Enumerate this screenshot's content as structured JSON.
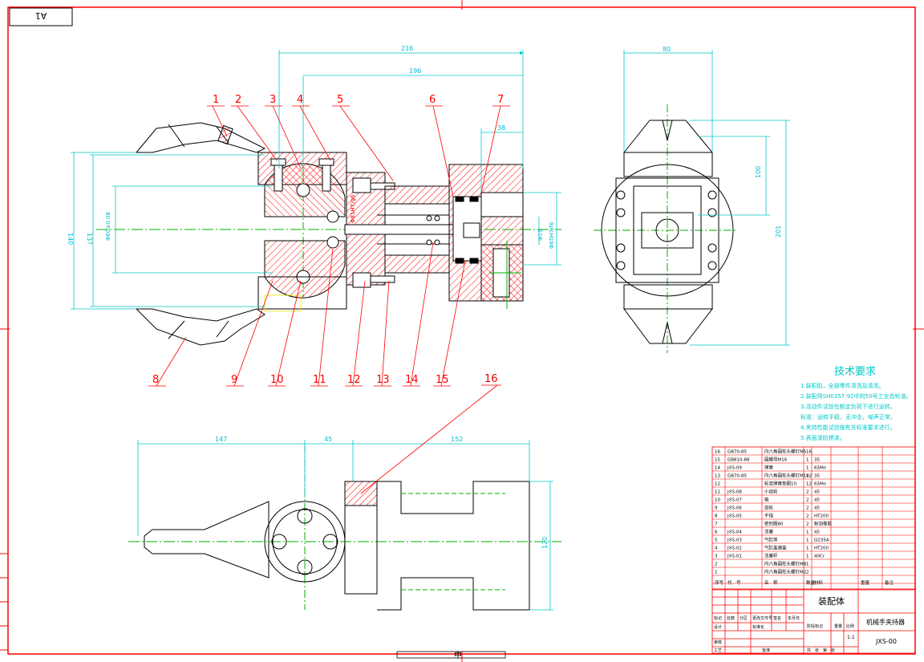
{
  "sheet": {
    "size_label": "A1",
    "center_mark": "中"
  },
  "colors": {
    "border": "#ff0000",
    "outline": "#000000",
    "dimension": "#00c8c8",
    "centerline": "#00b000",
    "hatch": "#ff0000",
    "leader": "#ff0000"
  },
  "main_view": {
    "dims": {
      "overall_length": "216",
      "cylinder_length": "196",
      "flange_width": "38",
      "height_outer": "140",
      "height_jaw": "137",
      "jaw_dia": "Φ60±0.08",
      "bore_fit": "Φ81H7/g6",
      "rod_dia": "Φ19",
      "piston_fit": "Φ65H7/f6"
    },
    "balloons": [
      "1",
      "2",
      "3",
      "4",
      "5",
      "6",
      "7",
      "8",
      "9",
      "10",
      "11",
      "12",
      "13",
      "14",
      "15"
    ]
  },
  "side_view": {
    "dims": {
      "width": "80",
      "inner_height": "100",
      "overall_height": "201"
    }
  },
  "top_view": {
    "dims": {
      "left_len": "147",
      "mid_len": "45",
      "right_len": "152",
      "height": "120"
    },
    "balloon": "16"
  },
  "technical_requirements": {
    "title": "技术要求",
    "lines": [
      "1.装配前，全部零件清洗及清洗。",
      "2.装配用SH0357-92中的50号工业齿轮油。",
      "3.活动件试验在额定负荷下进行运转。",
      "标准：运转平稳，无冲击，噪声正常。",
      "4.夹持性能试验按有关标准要求进行。",
      "5.表面漆防锈漆。"
    ]
  },
  "parts_list": {
    "rows": [
      {
        "no": "16",
        "code": "GB70-85",
        "name": "内六角圆柱头螺钉M5",
        "qty": "16",
        "material": "",
        "note": ""
      },
      {
        "no": "15",
        "code": "GB810-88",
        "name": "圆螺母M16",
        "qty": "1",
        "material": "35",
        "note": ""
      },
      {
        "no": "14",
        "code": "JXS-09",
        "name": "弹簧",
        "qty": "1",
        "material": "65Mn",
        "note": ""
      },
      {
        "no": "13",
        "code": "GB70-85",
        "name": "内六角圆柱头螺钉M10",
        "qty": "12",
        "material": "35",
        "note": ""
      },
      {
        "no": "12",
        "code": "",
        "name": "标准弹簧垫圈10",
        "qty": "12",
        "material": "65Mn",
        "note": ""
      },
      {
        "no": "11",
        "code": "JXS-08",
        "name": "小齿轮",
        "qty": "2",
        "material": "45",
        "note": ""
      },
      {
        "no": "10",
        "code": "JXS-07",
        "name": "轴",
        "qty": "2",
        "material": "45",
        "note": ""
      },
      {
        "no": "9",
        "code": "JXS-06",
        "name": "齿轮",
        "qty": "2",
        "material": "45",
        "note": ""
      },
      {
        "no": "8",
        "code": "JXS-05",
        "name": "手指",
        "qty": "2",
        "material": "HT200",
        "note": ""
      },
      {
        "no": "7",
        "code": "",
        "name": "密封圈80",
        "qty": "2",
        "material": "耐油橡胶",
        "note": ""
      },
      {
        "no": "6",
        "code": "JXS-04",
        "name": "活塞",
        "qty": "1",
        "material": "45",
        "note": ""
      },
      {
        "no": "5",
        "code": "JXS-03",
        "name": "气缸体",
        "qty": "1",
        "material": "Q235A",
        "note": ""
      },
      {
        "no": "4",
        "code": "JXS-02",
        "name": "气缸盖端盖",
        "qty": "1",
        "material": "HT200",
        "note": ""
      },
      {
        "no": "3",
        "code": "JXS-01",
        "name": "活塞杆",
        "qty": "1",
        "material": "40Cr",
        "note": ""
      },
      {
        "no": "2",
        "code": "",
        "name": "内六角圆柱头螺钉M8",
        "qty": "1",
        "material": "",
        "note": ""
      },
      {
        "no": "1",
        "code": "",
        "name": "内六角圆柱头螺钉M2",
        "qty": "2",
        "material": "",
        "note": ""
      }
    ],
    "header": {
      "no": "序号",
      "code": "代　号",
      "name": "名　称",
      "qty": "数量",
      "material": "材料",
      "weight": "重量",
      "note": "备注"
    }
  },
  "title_block": {
    "drawing_name": "装配体",
    "part_name": "机械手夹持器",
    "drawing_no": "JXS-00",
    "scale": "1:1",
    "labels": {
      "mark": "标记",
      "count": "处数",
      "zone": "分区",
      "change_doc": "更改文件号",
      "sign": "签名",
      "date": "年月日",
      "designer": "设计",
      "std": "标准化",
      "stage_mark": "阶段标记",
      "weight": "重量",
      "scale_lbl": "比例",
      "review": "审核",
      "craft": "工艺",
      "approve": "批准",
      "sheets": "共　张　第　张"
    }
  }
}
